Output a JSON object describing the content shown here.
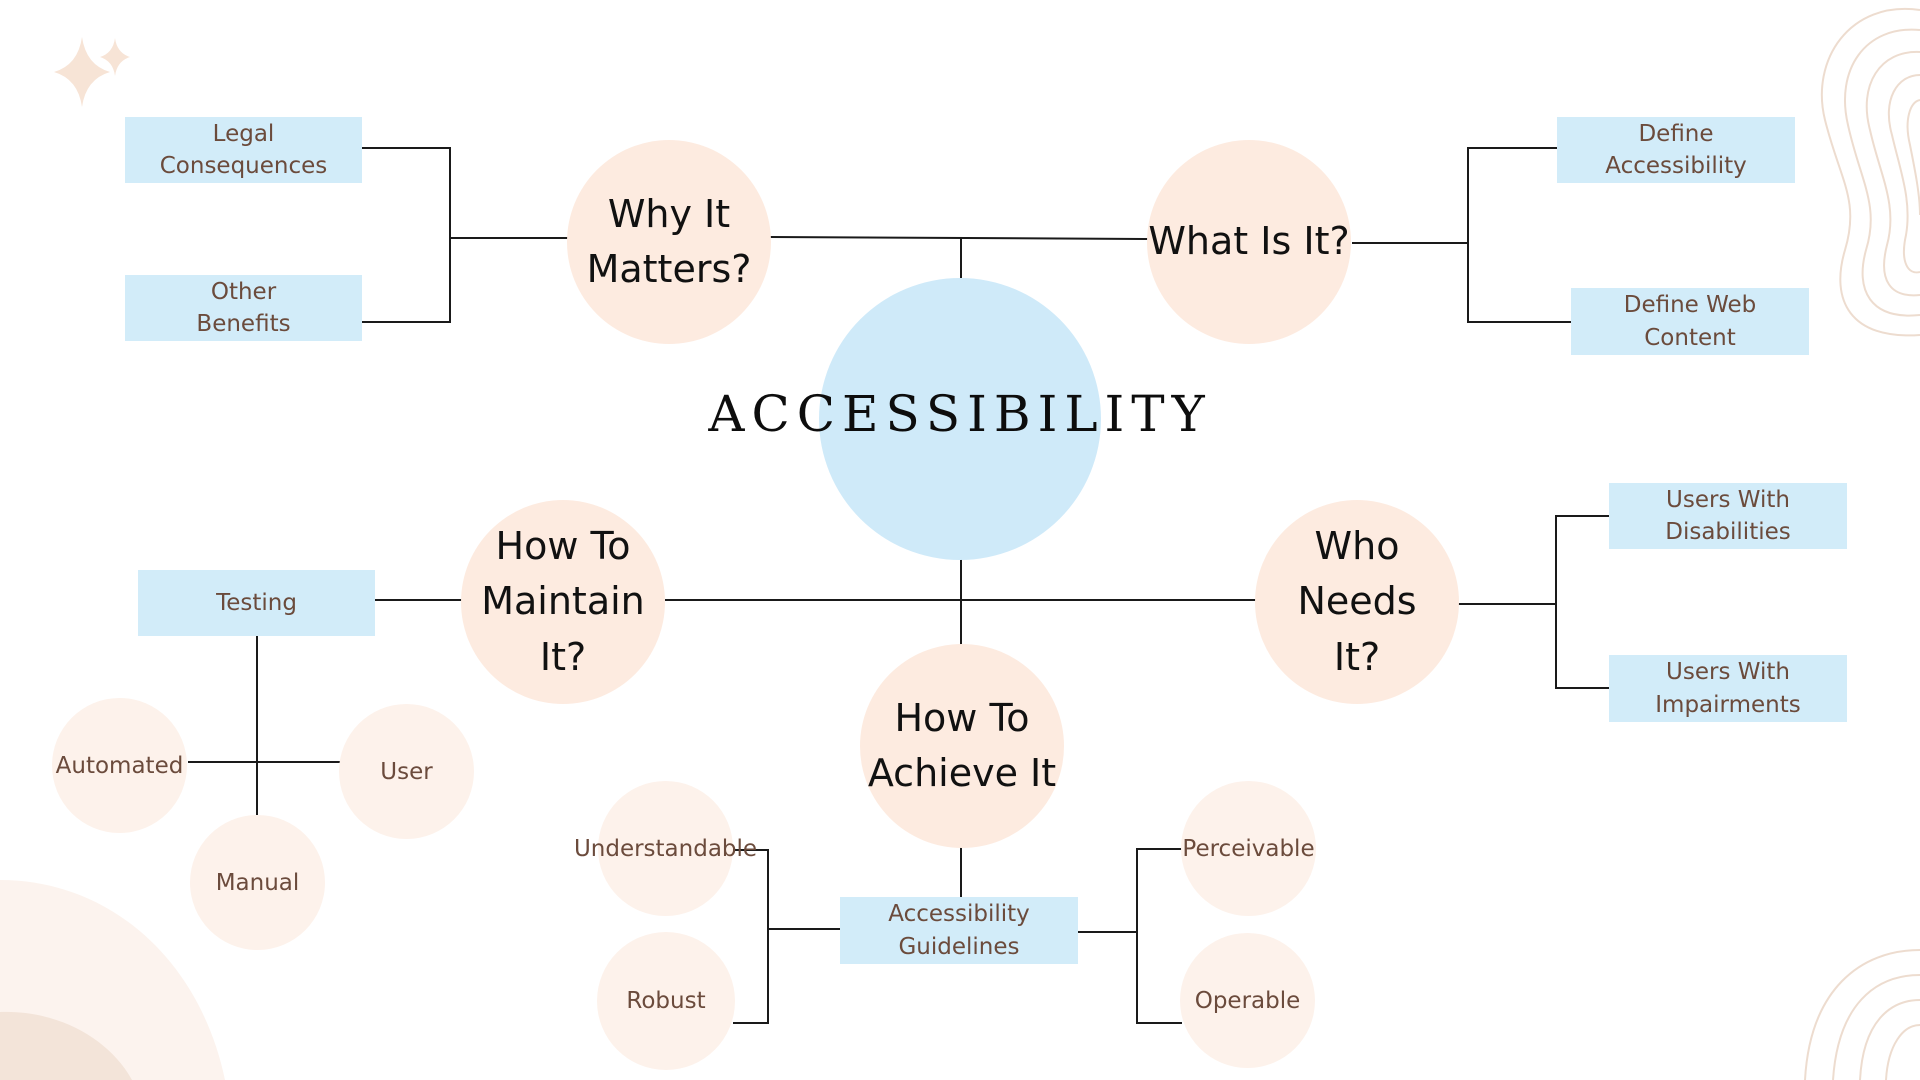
{
  "title": "ACCESSIBILITY",
  "topics": {
    "why": "Why It\nMatters?",
    "what": "What Is It?",
    "maintain": "How To\nMaintain It?",
    "who": "Who Needs\nIt?",
    "achieve": "How To\nAchieve It"
  },
  "boxes": {
    "legal": "Legal\nConsequences",
    "benefits": "Other\nBenefits",
    "define_accessibility": "Define\nAccessibility",
    "define_web": "Define Web\nContent",
    "disabilities": "Users With\nDisabilities",
    "impairments": "Users With\nImpairments",
    "testing": "Testing",
    "guidelines": "Accessibility\nGuidelines"
  },
  "leaves": {
    "automated": "Automated",
    "user": "User",
    "manual": "Manual",
    "understandable": "Understandable",
    "robust": "Robust",
    "perceivable": "Perceivable",
    "operable": "Operable"
  },
  "colors": {
    "topic_fill": "#fdebe0",
    "leaf_fill": "#fdf2eb",
    "box_fill": "#d2ecf9",
    "center_fill": "#cfeaf9",
    "line": "#1a1a1a",
    "text_brown": "#6b4b3c"
  }
}
